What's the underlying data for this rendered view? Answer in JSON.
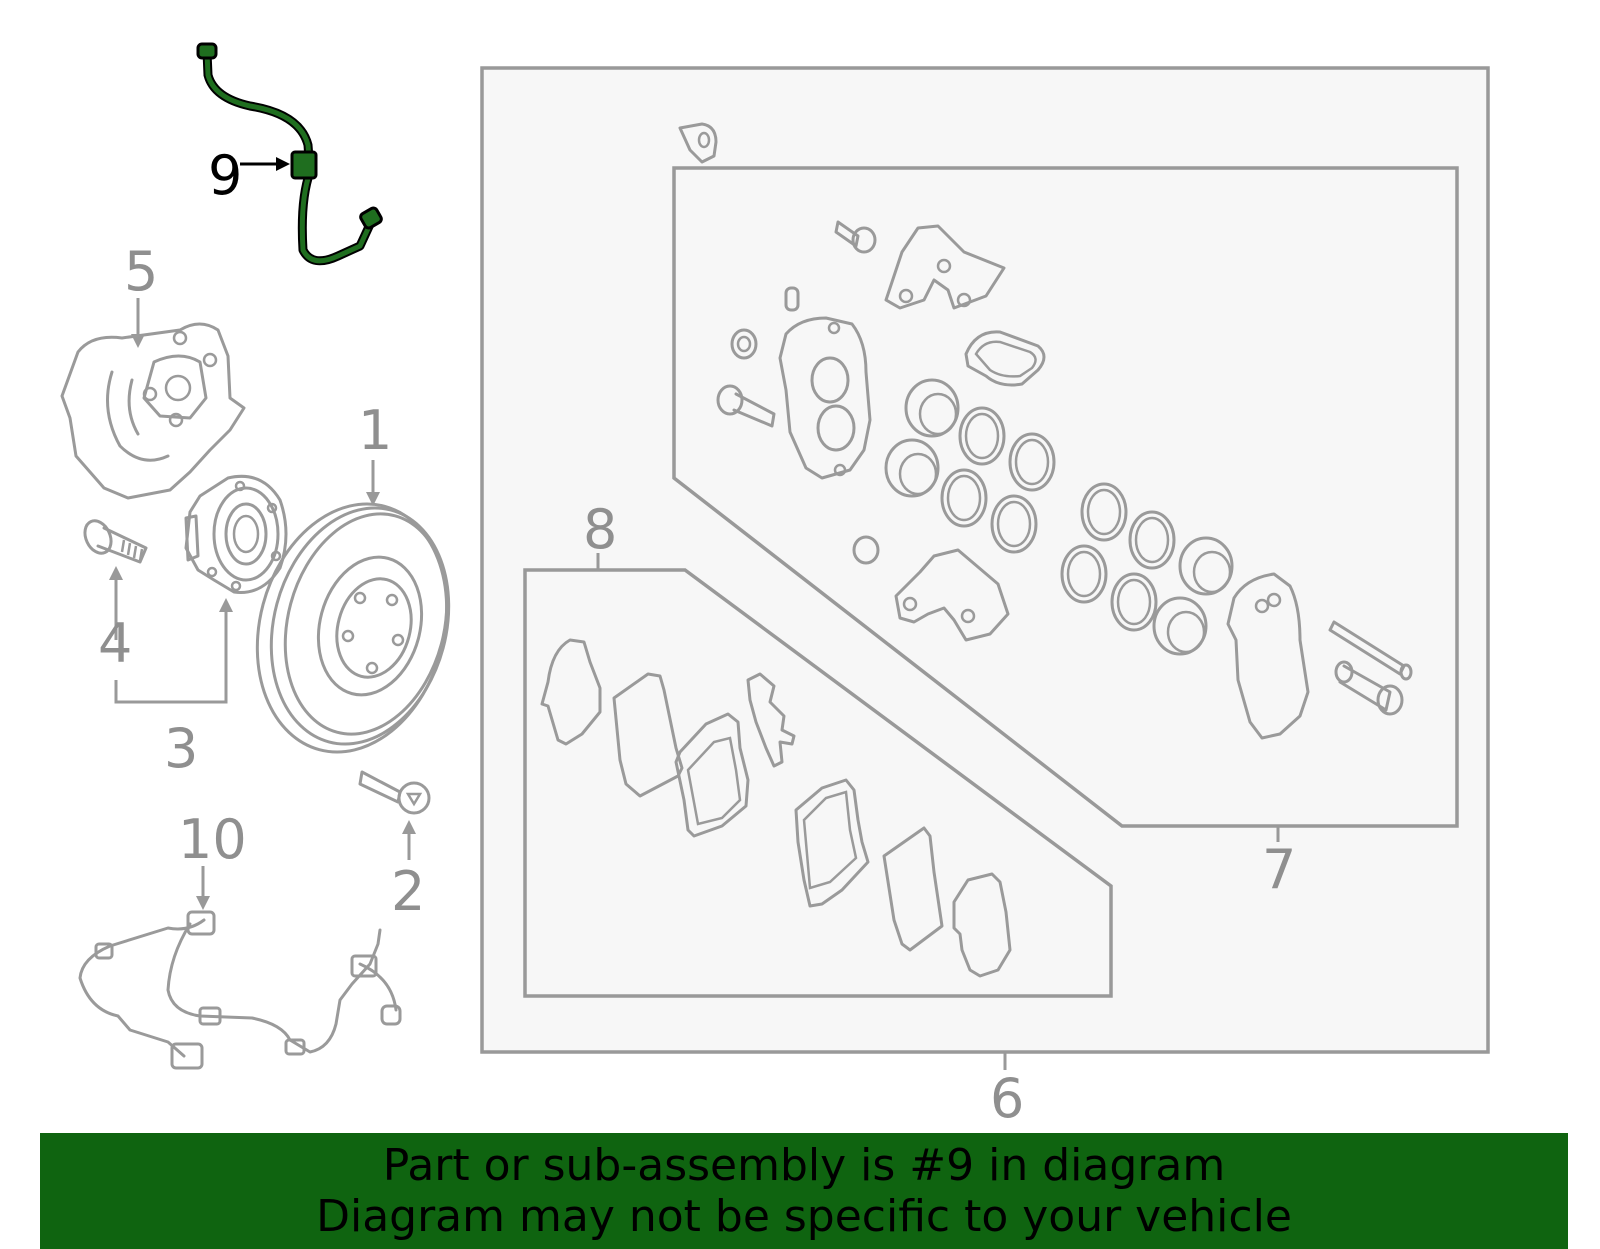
{
  "banner": {
    "line1": "Part or sub-assembly is #9 in diagram",
    "line2": "Diagram may not be specific to your vehicle",
    "color": "#0f6410"
  },
  "callouts": {
    "c1": "1",
    "c2": "2",
    "c3": "3",
    "c4": "4",
    "c5": "5",
    "c6": "6",
    "c7": "7",
    "c8": "8",
    "c9": "9",
    "c10": "10"
  },
  "highlight": {
    "part": "9",
    "color": "#1f6e1f"
  }
}
